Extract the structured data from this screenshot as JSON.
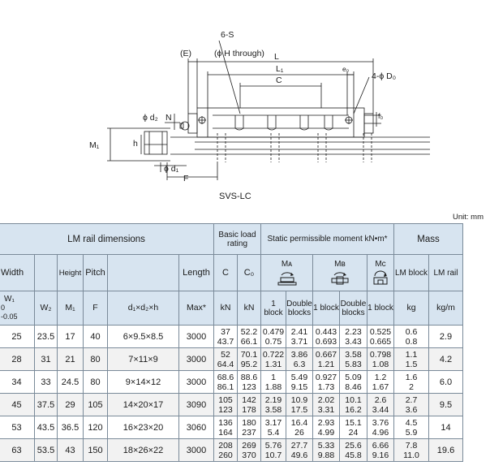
{
  "drawing": {
    "caption": "SVS-LC",
    "labels": {
      "s": "6-S",
      "h_through": "(ϕ H through)",
      "e": "(E)",
      "l": "L",
      "l1": "L₁",
      "c": "C",
      "e0": "e₀",
      "d0": "4-ϕ D₀",
      "f0": "f₀",
      "d2": "ϕ d₂",
      "n": "N",
      "m1": "M₁",
      "h": "h",
      "d1": "ϕ d₁",
      "f": "F"
    }
  },
  "unit": "Unit: mm",
  "headers": {
    "lm_rail": "LM rail dimensions",
    "basic_load": "Basic load rating",
    "static_moment": "Static permissible moment kN•m*",
    "mass": "Mass",
    "width": "Width",
    "height": "Height",
    "pitch": "Pitch",
    "length": "Length",
    "c": "C",
    "c0": "C₀",
    "ma": "Mᴀ",
    "mb": "Mʙ",
    "mc": "Mᴄ",
    "lm_block": "LM block",
    "lm_rail_mass": "LM rail",
    "w1": "W₁",
    "w1_tol_a": "0",
    "w1_tol_b": "-0.05",
    "w2": "W₂",
    "m1": "M₁",
    "f": "F",
    "d1d2h": "d₁×d₂×h",
    "max": "Max*",
    "kn1": "kN",
    "kn2": "kN",
    "one_block": "1 block",
    "double_blocks": "Double blocks",
    "kg": "kg",
    "kgm": "kg/m"
  },
  "rows": [
    {
      "w1": "25",
      "w2": "23.5",
      "m1": "17",
      "f": "40",
      "dims": "6×9.5×8.5",
      "len": "3000",
      "c": [
        "37",
        "43.7"
      ],
      "c0": [
        "52.2",
        "66.1"
      ],
      "ma1": [
        "0.479",
        "0.75"
      ],
      "ma2": [
        "2.41",
        "3.71"
      ],
      "mb1": [
        "0.443",
        "0.693"
      ],
      "mb2": [
        "2.23",
        "3.43"
      ],
      "mc": [
        "0.525",
        "0.665"
      ],
      "blk": [
        "0.6",
        "0.8"
      ],
      "rail": "2.9"
    },
    {
      "w1": "28",
      "w2": "31",
      "m1": "21",
      "f": "80",
      "dims": "7×11×9",
      "len": "3000",
      "c": [
        "52",
        "64.4"
      ],
      "c0": [
        "70.1",
        "95.2"
      ],
      "ma1": [
        "0.722",
        "1.31"
      ],
      "ma2": [
        "3.86",
        "6.3"
      ],
      "mb1": [
        "0.667",
        "1.21"
      ],
      "mb2": [
        "3.58",
        "5.83"
      ],
      "mc": [
        "0.798",
        "1.08"
      ],
      "blk": [
        "1.1",
        "1.5"
      ],
      "rail": "4.2"
    },
    {
      "w1": "34",
      "w2": "33",
      "m1": "24.5",
      "f": "80",
      "dims": "9×14×12",
      "len": "3000",
      "c": [
        "68.6",
        "86.1"
      ],
      "c0": [
        "88.6",
        "123"
      ],
      "ma1": [
        "1",
        "1.88"
      ],
      "ma2": [
        "5.49",
        "9.15"
      ],
      "mb1": [
        "0.927",
        "1.73"
      ],
      "mb2": [
        "5.09",
        "8.46"
      ],
      "mc": [
        "1.2",
        "1.67"
      ],
      "blk": [
        "1.6",
        "2"
      ],
      "rail": "6.0"
    },
    {
      "w1": "45",
      "w2": "37.5",
      "m1": "29",
      "f": "105",
      "dims": "14×20×17",
      "len": "3090",
      "c": [
        "105",
        "123"
      ],
      "c0": [
        "142",
        "178"
      ],
      "ma1": [
        "2.19",
        "3.58"
      ],
      "ma2": [
        "10.9",
        "17.5"
      ],
      "mb1": [
        "2.02",
        "3.31"
      ],
      "mb2": [
        "10.1",
        "16.2"
      ],
      "mc": [
        "2.6",
        "3.44"
      ],
      "blk": [
        "2.7",
        "3.6"
      ],
      "rail": "9.5"
    },
    {
      "w1": "53",
      "w2": "43.5",
      "m1": "36.5",
      "f": "120",
      "dims": "16×23×20",
      "len": "3060",
      "c": [
        "136",
        "164"
      ],
      "c0": [
        "180",
        "237"
      ],
      "ma1": [
        "3.17",
        "5.4"
      ],
      "ma2": [
        "16.4",
        "26"
      ],
      "mb1": [
        "2.93",
        "4.99"
      ],
      "mb2": [
        "15.1",
        "24"
      ],
      "mc": [
        "3.76",
        "4.96"
      ],
      "blk": [
        "4.5",
        "5.9"
      ],
      "rail": "14"
    },
    {
      "w1": "63",
      "w2": "53.5",
      "m1": "43",
      "f": "150",
      "dims": "18×26×22",
      "len": "3000",
      "c": [
        "208",
        "260"
      ],
      "c0": [
        "269",
        "370"
      ],
      "ma1": [
        "5.76",
        "10.7"
      ],
      "ma2": [
        "27.7",
        "49.6"
      ],
      "mb1": [
        "5.33",
        "9.88"
      ],
      "mb2": [
        "25.6",
        "45.8"
      ],
      "mc": [
        "6.66",
        "9.16"
      ],
      "blk": [
        "7.8",
        "11.0"
      ],
      "rail": "19.6"
    }
  ]
}
